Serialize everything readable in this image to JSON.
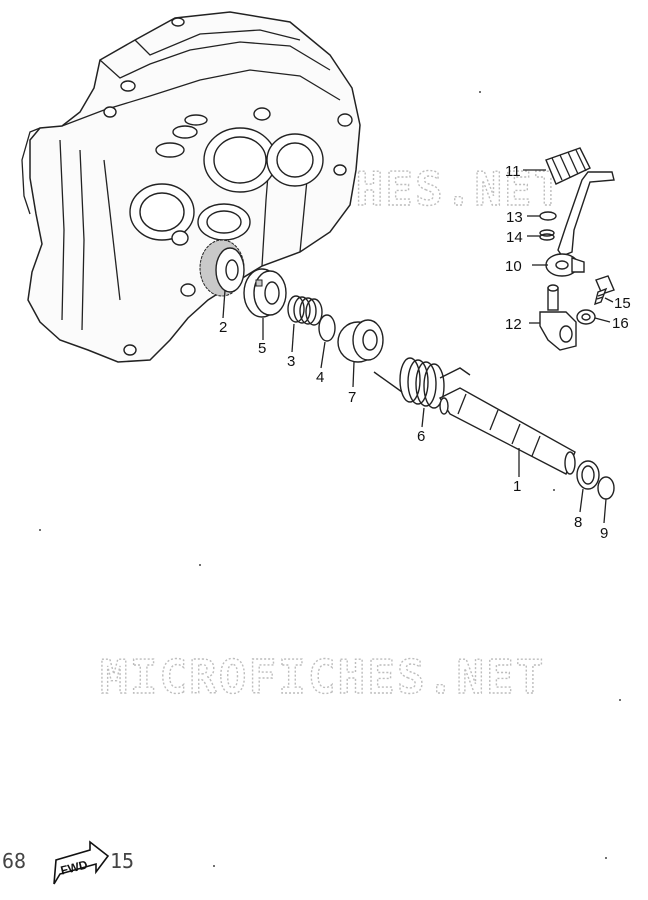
{
  "watermark": {
    "text": "MICROFICHES.NET"
  },
  "page_number": "68",
  "fwd": {
    "label": "FWD",
    "suffix": "15"
  },
  "callouts": [
    "1",
    "2",
    "3",
    "4",
    "5",
    "6",
    "7",
    "8",
    "9",
    "10",
    "11",
    "12",
    "13",
    "14",
    "15",
    "16"
  ]
}
